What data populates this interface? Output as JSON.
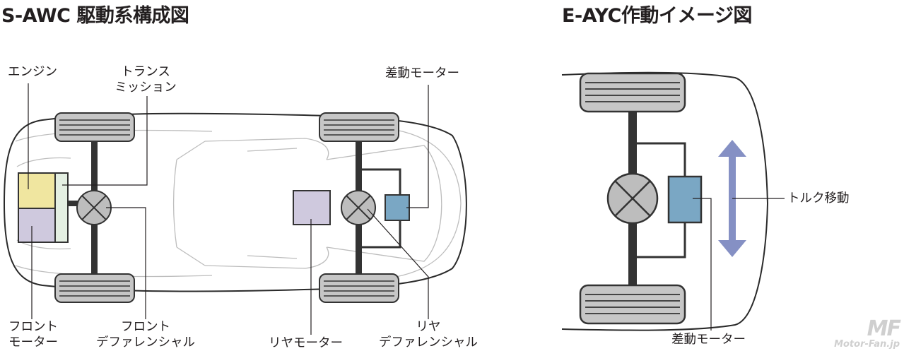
{
  "titles": {
    "left": "S-AWC 駆動系構成図",
    "right": "E-AYC作動イメージ図"
  },
  "labels": {
    "engine": "エンジン",
    "transmission_1": "トランス",
    "transmission_2": "ミッション",
    "diff_motor_left": "差動モーター",
    "front_motor_1": "フロント",
    "front_motor_2": "モーター",
    "front_diff_1": "フロント",
    "front_diff_2": "デファレンシャル",
    "rear_motor": "リヤモーター",
    "rear_diff_1": "リヤ",
    "rear_diff_2": "デファレンシャル",
    "torque_transfer": "トルク移動",
    "diff_motor_right": "差動モーター"
  },
  "watermark": {
    "logo": "MF",
    "site": "Motor-Fan.jp"
  },
  "colors": {
    "engine": "#f0e6a0",
    "front_motor": "#cfc9de",
    "transmission": "#e4efe2",
    "rear_motor": "#cfc9de",
    "diff_motor": "#7aa7c4",
    "differential": "#bdbdbd",
    "tire": "#c6c6c6",
    "axle": "#333333",
    "arrow": "#8590c4"
  }
}
